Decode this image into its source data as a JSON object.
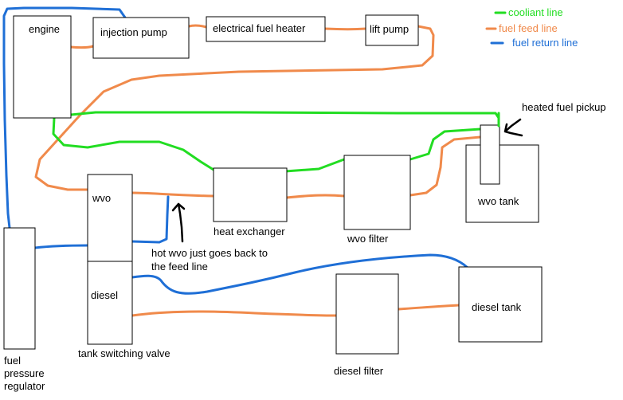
{
  "colors": {
    "coolant": "#22dd22",
    "feed": "#f08a4b",
    "return": "#1f6fd6",
    "box_stroke": "#000000",
    "arrow": "#000000"
  },
  "legend": {
    "coolant": "cooliant line",
    "feed": "fuel feed line",
    "return": "fuel return line"
  },
  "components": {
    "engine": "engine",
    "injection_pump": "injection pump",
    "electrical_fuel_heater": "electrical fuel heater",
    "lift_pump": "lift pump",
    "wvo": "wvo",
    "diesel": "diesel",
    "tank_switching_valve": "tank switching valve",
    "fuel_pressure_regulator": "fuel pressure regulator",
    "heat_exchanger": "heat exchanger",
    "wvo_filter": "wvo filter",
    "wvo_tank": "wvo tank",
    "diesel_filter": "diesel filter",
    "diesel_tank": "diesel tank",
    "heated_fuel_pickup": "heated fuel pickup"
  },
  "annotations": {
    "hot_wvo_line1": "hot wvo just goes back to",
    "hot_wvo_line2": "the feed line"
  }
}
